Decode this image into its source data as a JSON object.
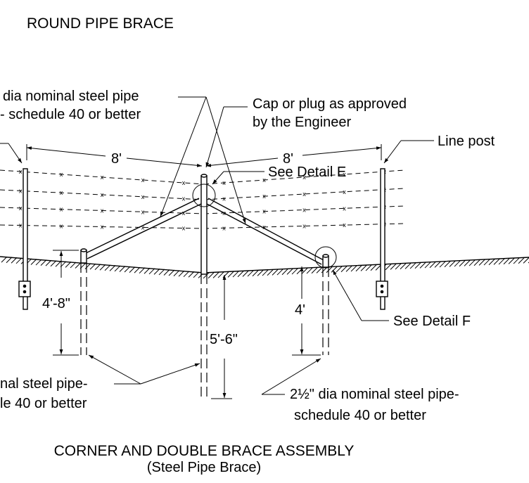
{
  "heading": "ROUND PIPE BRACE",
  "labels": {
    "pipe_note_top_line1": "dia nominal steel pipe",
    "pipe_note_top_line2": "- schedule 40 or better",
    "cap_note_line1": "Cap or plug as approved",
    "cap_note_line2": "by the Engineer",
    "line_post": "Line post",
    "span_left": "8'",
    "span_right": "8'",
    "detail_e": "See Detail E",
    "detail_f": "See Detail F",
    "depth_left": "4'-8\"",
    "depth_center": "5'-6\"",
    "depth_right": "4'",
    "pipe_note_left_line1": "nal steel pipe-",
    "pipe_note_left_line2": "le 40 or better",
    "pipe_note_right_line1": "2½\" dia nominal steel pipe-",
    "pipe_note_right_line2": "schedule 40 or better",
    "wire_mark": "x"
  },
  "caption": {
    "title": "CORNER AND DOUBLE BRACE ASSEMBLY",
    "subtitle": "(Steel Pipe Brace)"
  }
}
